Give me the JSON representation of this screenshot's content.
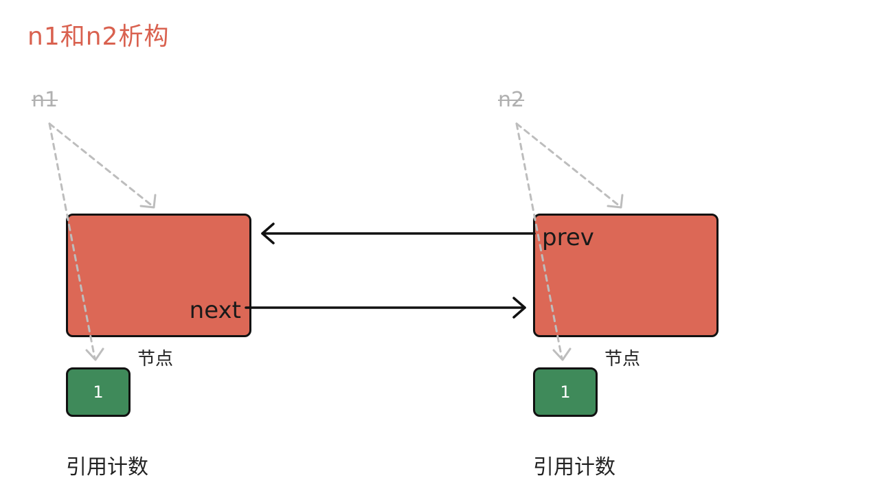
{
  "title": "n1和n2析构",
  "colors": {
    "title": "#d9614f",
    "node_fill": "#dc6856",
    "refcount_fill": "#3f8a5a",
    "dashed_pointer": "#bdbdbd",
    "solid_link": "#111111"
  },
  "left": {
    "pointer_label": "n1",
    "node_field": "next",
    "node_caption": "节点",
    "refcount_value": "1",
    "refcount_caption": "引用计数"
  },
  "right": {
    "pointer_label": "n2",
    "node_field": "prev",
    "node_caption": "节点",
    "refcount_value": "1",
    "refcount_caption": "引用计数"
  }
}
